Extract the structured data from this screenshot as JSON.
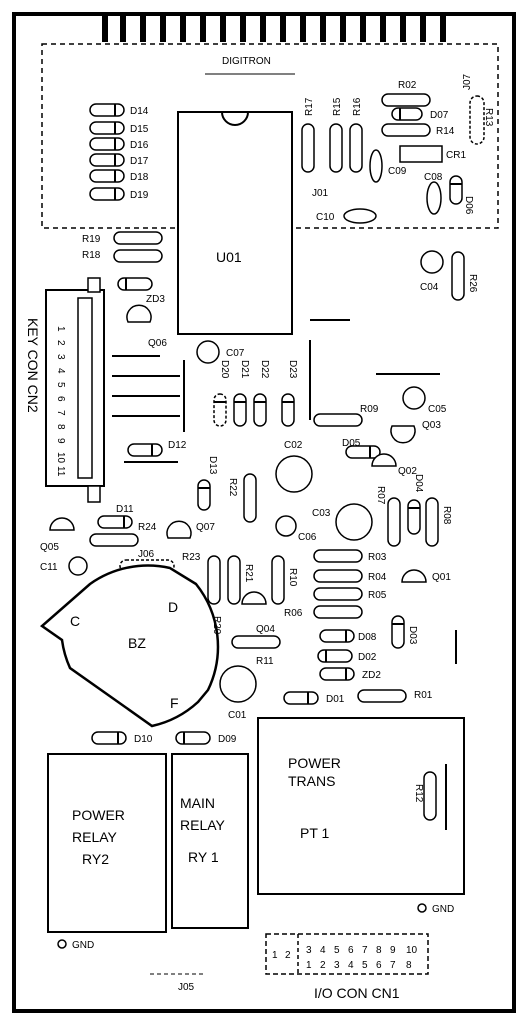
{
  "board": {
    "digitron": "DIGITRON",
    "u01": "U01",
    "bz": "BZ",
    "bz_c": "C",
    "bz_d": "D",
    "bz_f": "F",
    "key_con": "KEY CON CN2",
    "key_pins": [
      "1",
      "2",
      "3",
      "4",
      "5",
      "6",
      "7",
      "8",
      "9",
      "10",
      "11"
    ],
    "io_con": "I/O CON CN1",
    "io_pins_a": [
      "1",
      "2"
    ],
    "io_pins_top": [
      "3",
      "4",
      "5",
      "6",
      "7",
      "8",
      "9",
      "10"
    ],
    "io_pins_bottom": [
      "1",
      "2",
      "3",
      "4",
      "5",
      "6",
      "7",
      "8"
    ],
    "power_trans": [
      "POWER",
      "TRANS"
    ],
    "pt1": "PT 1",
    "power_relay": [
      "POWER",
      "RELAY",
      "RY2"
    ],
    "main_relay": [
      "MAIN",
      "RELAY",
      "RY 1"
    ],
    "gnd": "GND",
    "j05": "J05",
    "j06": "J06",
    "j01": "J01",
    "j07": "J07"
  },
  "labels": {
    "D14": "D14",
    "D15": "D15",
    "D16": "D16",
    "D17": "D17",
    "D18": "D18",
    "D19": "D19",
    "R17": "R17",
    "R15": "R15",
    "R16": "R16",
    "R02": "R02",
    "D07": "D07",
    "R14": "R14",
    "R13": "R13",
    "CR1": "CR1",
    "C09": "C09",
    "C08": "C08",
    "D06": "D06",
    "C10": "C10",
    "R19": "R19",
    "R18": "R18",
    "ZD3": "ZD3",
    "Q06": "Q06",
    "C04": "C04",
    "R26": "R26",
    "C07": "C07",
    "D20": "D20",
    "D21": "D21",
    "D22": "D22",
    "D23": "D23",
    "R09": "R09",
    "C05": "C05",
    "Q03": "Q03",
    "D05": "D05",
    "D12": "D12",
    "C02": "C02",
    "Q02": "Q02",
    "D04": "D04",
    "R07": "R07",
    "R08": "R08",
    "D13": "D13",
    "R22": "R22",
    "C03": "C03",
    "C06": "C06",
    "D11": "D11",
    "R24": "R24",
    "Q07": "Q07",
    "Q05": "Q05",
    "C11": "C11",
    "R23": "R23",
    "R21": "R21",
    "R10": "R10",
    "R03": "R03",
    "R04": "R04",
    "R05": "R05",
    "R06": "R06",
    "Q01": "Q01",
    "R20": "R20",
    "Q04": "Q04",
    "D08": "D08",
    "D03": "D03",
    "R11": "R11",
    "D02": "D02",
    "ZD2": "ZD2",
    "D01": "D01",
    "R01": "R01",
    "C01": "C01",
    "D10": "D10",
    "D09": "D09",
    "R12": "R12"
  }
}
